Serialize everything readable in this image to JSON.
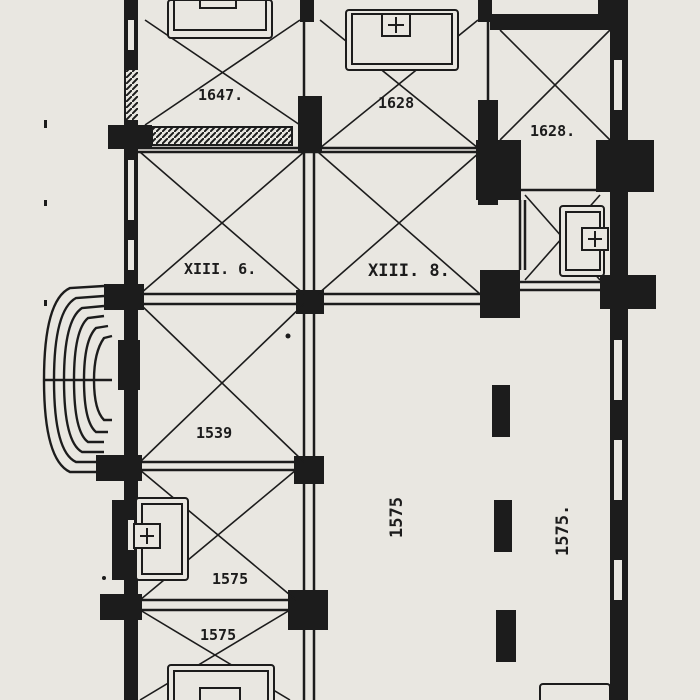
{
  "plan": {
    "background_color": "#e9e7e1",
    "ink_color": "#1c1c1c",
    "labels": {
      "room_top_left": "1647.",
      "room_top_middle": "1628",
      "room_top_right": "1628.",
      "room_xiii_left": "XIII. 6.",
      "room_xiii_right": "XIII. 8.",
      "room_1539": "1539",
      "room_1575_lower_a": "1575",
      "room_1575_lower_b": "1575",
      "nave_1575_center": "1575",
      "nave_1575_right": "1575."
    },
    "icons": [
      "altar-cross-icon"
    ]
  }
}
